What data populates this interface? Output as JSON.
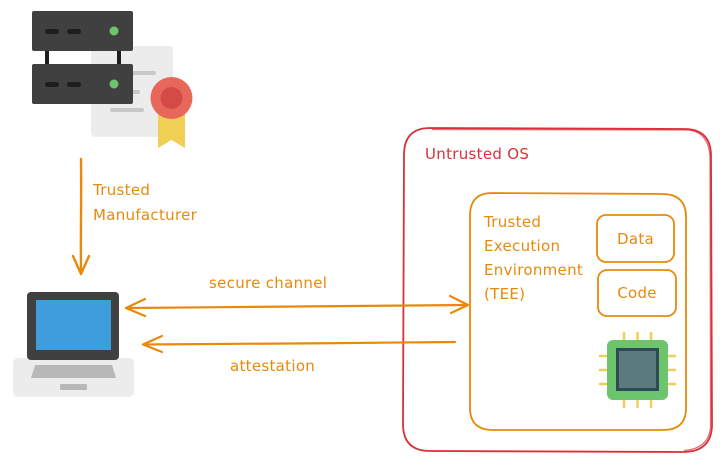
{
  "diagram": {
    "title": "TEE remote attestation",
    "colors": {
      "arrow": "#e8890c",
      "tee_border": "#e8890c",
      "untrusted_border": "#d9303a",
      "server_body": "#404040",
      "led": "#6cc46c",
      "certificate": "#ececec",
      "badge": "#e8675b",
      "ribbon": "#f0cf55",
      "laptop_screen": "#3d9ddd",
      "chip_outer": "#6cc46c",
      "chip_core": "#5a7a80"
    },
    "nodes": {
      "manufacturer": {
        "label_line1": "Trusted",
        "label_line2": "Manufacturer",
        "icon": "server-certificate-icon"
      },
      "client": {
        "icon": "laptop-icon"
      },
      "untrusted_os": {
        "label": "Untrusted OS"
      },
      "tee": {
        "label_lines": [
          "Trusted",
          "Execution",
          "Environment",
          "(TEE)"
        ],
        "data_label": "Data",
        "code_label": "Code",
        "icon": "cpu-chip-icon"
      }
    },
    "edges": {
      "provision": {
        "from": "manufacturer",
        "to": "client",
        "direction": "down"
      },
      "secure_channel": {
        "label": "secure channel",
        "from": "client",
        "to": "tee",
        "direction": "bidirectional"
      },
      "attestation": {
        "label": "attestation",
        "from": "tee",
        "to": "client",
        "direction": "left"
      }
    }
  }
}
